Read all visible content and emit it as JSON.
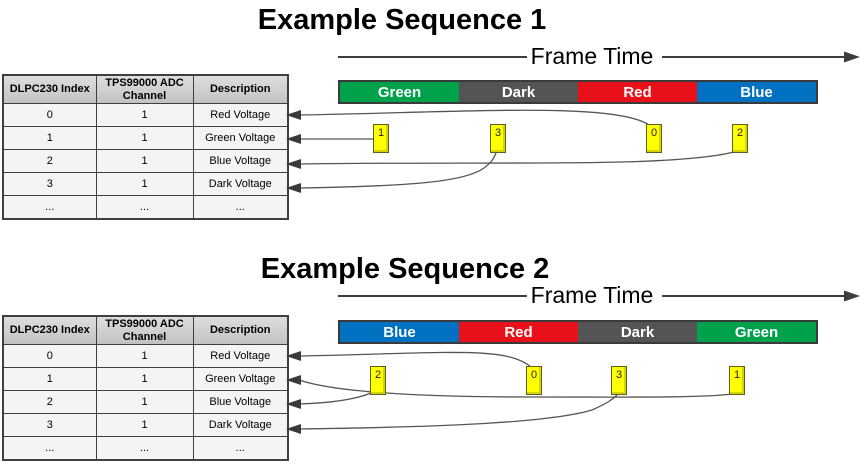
{
  "sequences": [
    {
      "title": "Example Sequence 1",
      "axis_label": "Frame Time",
      "bar_segments": [
        {
          "label": "Green",
          "color": "#00A14B"
        },
        {
          "label": "Dark",
          "color": "#545454"
        },
        {
          "label": "Red",
          "color": "#E8111A"
        },
        {
          "label": "Blue",
          "color": "#0070C0"
        }
      ],
      "markers": [
        "1",
        "3",
        "0",
        "2"
      ]
    },
    {
      "title": "Example Sequence 2",
      "axis_label": "Frame Time",
      "bar_segments": [
        {
          "label": "Blue",
          "color": "#0070C0"
        },
        {
          "label": "Red",
          "color": "#E8111A"
        },
        {
          "label": "Dark",
          "color": "#545454"
        },
        {
          "label": "Green",
          "color": "#00A14B"
        }
      ],
      "markers": [
        "2",
        "0",
        "3",
        "1"
      ]
    }
  ],
  "table": {
    "headers": [
      "DLPC230 Index",
      "TPS99000 ADC Channel",
      "Description"
    ],
    "rows": [
      [
        "0",
        "1",
        "Red Voltage"
      ],
      [
        "1",
        "1",
        "Green Voltage"
      ],
      [
        "2",
        "1",
        "Blue Voltage"
      ],
      [
        "3",
        "1",
        "Dark Voltage"
      ],
      [
        "...",
        "...",
        "..."
      ]
    ]
  },
  "colors": {
    "marker_fill": "#FFFF00",
    "connector": "#555555",
    "arrow": "#3A3A3A",
    "axis": "#3D3D3D"
  }
}
